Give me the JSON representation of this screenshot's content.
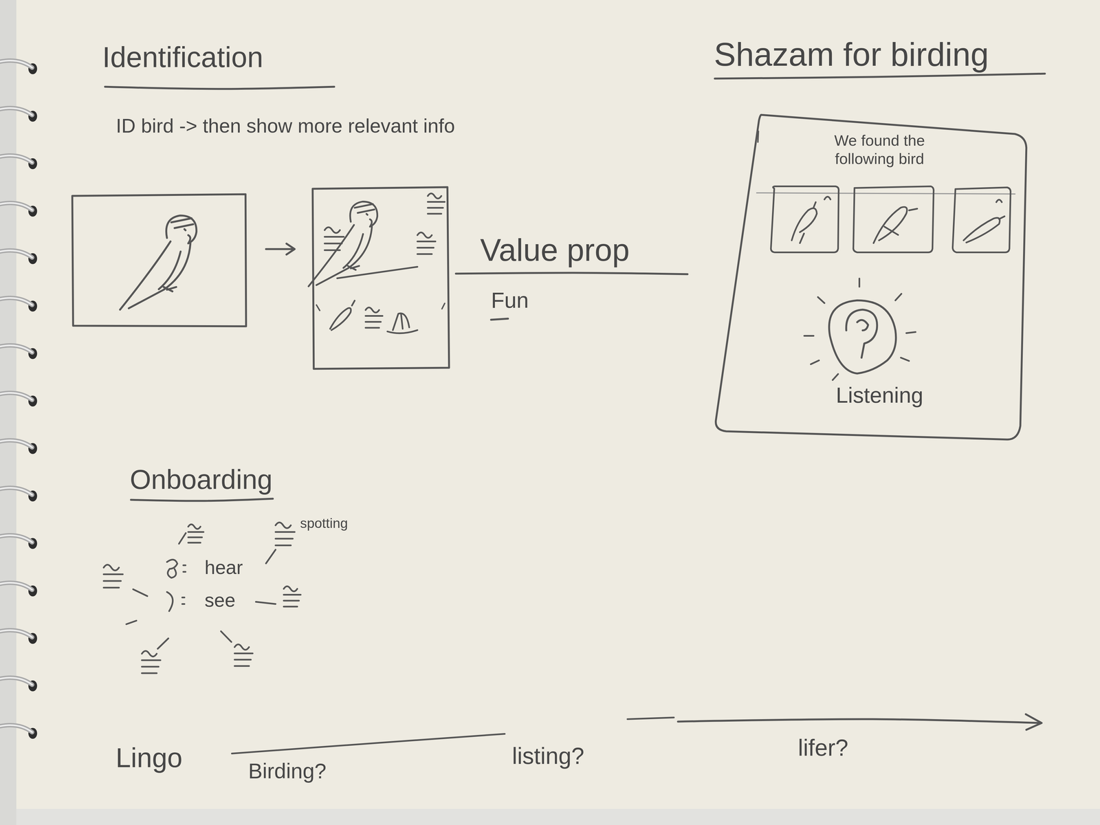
{
  "diagram": {
    "nodes": [
      {
        "text": [
          "We found the following bird",
          "Listening"
        ]
      }
    ],
    "labels": [
      "Identification",
      "ID bird -> then show more relevant info",
      "Value prop",
      "Fun",
      "Shazam for birding",
      "Onboarding",
      "spotting",
      "hear",
      "see",
      "Lingo",
      "Birding?",
      "listing?",
      "lifer?"
    ]
  }
}
